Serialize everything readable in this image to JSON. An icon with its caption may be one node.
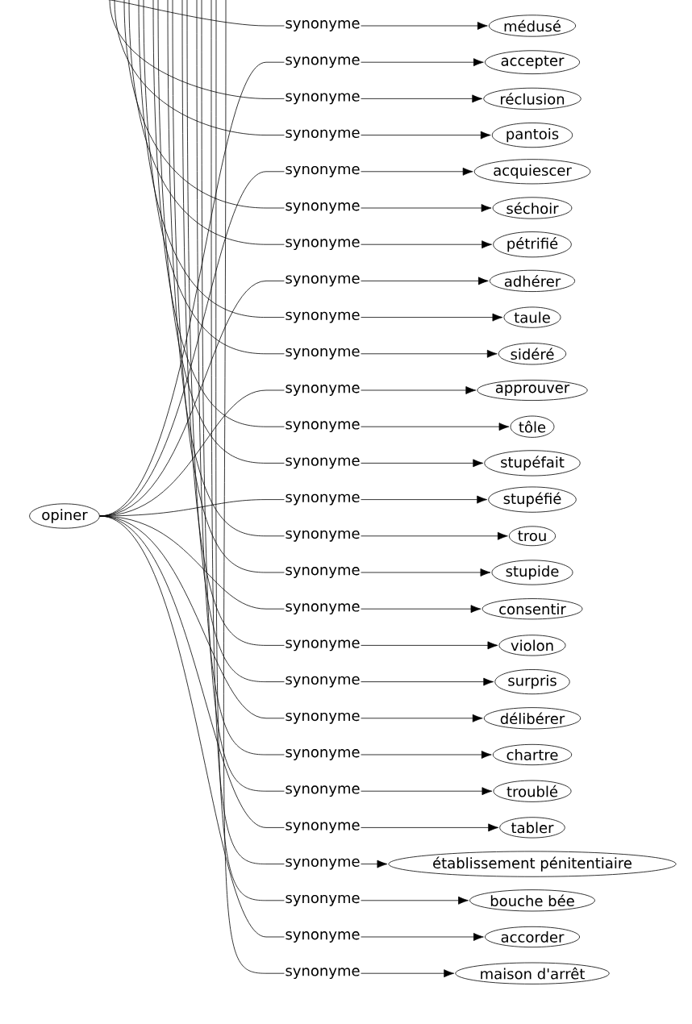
{
  "diagram": {
    "nodes": [
      {
        "text": [
          "opiner"
        ]
      },
      {
        "text": [
          "médusé"
        ]
      },
      {
        "text": [
          "accepter"
        ]
      },
      {
        "text": [
          "réclusion"
        ]
      },
      {
        "text": [
          "pantois"
        ]
      },
      {
        "text": [
          "acquiescer"
        ]
      },
      {
        "text": [
          "séchoir"
        ]
      },
      {
        "text": [
          "pétrifié"
        ]
      },
      {
        "text": [
          "adhérer"
        ]
      },
      {
        "text": [
          "taule"
        ]
      },
      {
        "text": [
          "sidéré"
        ]
      },
      {
        "text": [
          "approuver"
        ]
      },
      {
        "text": [
          "tôle"
        ]
      },
      {
        "text": [
          "stupéfait"
        ]
      },
      {
        "text": [
          "stupéfié"
        ]
      },
      {
        "text": [
          "trou"
        ]
      },
      {
        "text": [
          "stupide"
        ]
      },
      {
        "text": [
          "consentir"
        ]
      },
      {
        "text": [
          "violon"
        ]
      },
      {
        "text": [
          "surpris"
        ]
      },
      {
        "text": [
          "délibérer"
        ]
      },
      {
        "text": [
          "chartre"
        ]
      },
      {
        "text": [
          "troublé"
        ]
      },
      {
        "text": [
          "tabler"
        ]
      },
      {
        "text": [
          "établissement pénitentiaire"
        ]
      },
      {
        "text": [
          "bouche bée"
        ]
      },
      {
        "text": [
          "accorder"
        ]
      },
      {
        "text": [
          "maison d'arrêt"
        ]
      }
    ],
    "edges": [
      {
        "from": null,
        "to": 1,
        "arrow": "to",
        "label": "synonyme"
      },
      {
        "from": 0,
        "to": 2,
        "arrow": "to",
        "label": "synonyme"
      },
      {
        "from": null,
        "to": 3,
        "arrow": "to",
        "label": "synonyme"
      },
      {
        "from": null,
        "to": 4,
        "arrow": "to",
        "label": "synonyme"
      },
      {
        "from": 0,
        "to": 5,
        "arrow": "to",
        "label": "synonyme"
      },
      {
        "from": null,
        "to": 6,
        "arrow": "to",
        "label": "synonyme"
      },
      {
        "from": null,
        "to": 7,
        "arrow": "to",
        "label": "synonyme"
      },
      {
        "from": 0,
        "to": 8,
        "arrow": "to",
        "label": "synonyme"
      },
      {
        "from": null,
        "to": 9,
        "arrow": "to",
        "label": "synonyme"
      },
      {
        "from": null,
        "to": 10,
        "arrow": "to",
        "label": "synonyme"
      },
      {
        "from": 0,
        "to": 11,
        "arrow": "to",
        "label": "synonyme"
      },
      {
        "from": null,
        "to": 12,
        "arrow": "to",
        "label": "synonyme"
      },
      {
        "from": null,
        "to": 13,
        "arrow": "to",
        "label": "synonyme"
      },
      {
        "from": 0,
        "to": 14,
        "arrow": "to",
        "label": "synonyme"
      },
      {
        "from": null,
        "to": 15,
        "arrow": "to",
        "label": "synonyme"
      },
      {
        "from": null,
        "to": 16,
        "arrow": "to",
        "label": "synonyme"
      },
      {
        "from": 0,
        "to": 17,
        "arrow": "to",
        "label": "synonyme"
      },
      {
        "from": null,
        "to": 18,
        "arrow": "to",
        "label": "synonyme"
      },
      {
        "from": null,
        "to": 19,
        "arrow": "to",
        "label": "synonyme"
      },
      {
        "from": 0,
        "to": 20,
        "arrow": "to",
        "label": "synonyme"
      },
      {
        "from": null,
        "to": 21,
        "arrow": "to",
        "label": "synonyme"
      },
      {
        "from": null,
        "to": 22,
        "arrow": "to",
        "label": "synonyme"
      },
      {
        "from": 0,
        "to": 23,
        "arrow": "to",
        "label": "synonyme"
      },
      {
        "from": null,
        "to": 24,
        "arrow": "to",
        "label": "synonyme"
      },
      {
        "from": null,
        "to": 25,
        "arrow": "to",
        "label": "synonyme"
      },
      {
        "from": 0,
        "to": 26,
        "arrow": "to",
        "label": "synonyme"
      },
      {
        "from": null,
        "to": 27,
        "arrow": "to",
        "label": "synonyme"
      }
    ]
  }
}
